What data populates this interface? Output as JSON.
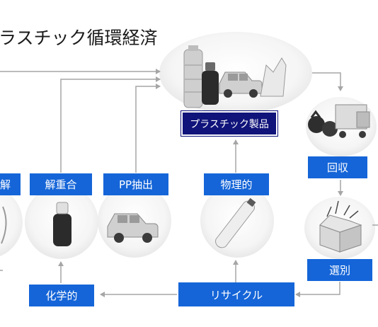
{
  "title": "ラスチック循環経済",
  "nodes": {
    "product": "プラスチック製品",
    "collection": "回収",
    "sorting": "選別",
    "recycle": "リサイクル",
    "chemical": "化学的",
    "physical": "物理的",
    "depolymerization": "解重合",
    "pp_extraction": "PP抽出",
    "decomposition": "解"
  },
  "colors": {
    "node_blue": "#1565d8",
    "node_dark": "#0f137a",
    "arrow_gray": "#a6a6a6",
    "circle_fill": "#f2f2f2"
  }
}
